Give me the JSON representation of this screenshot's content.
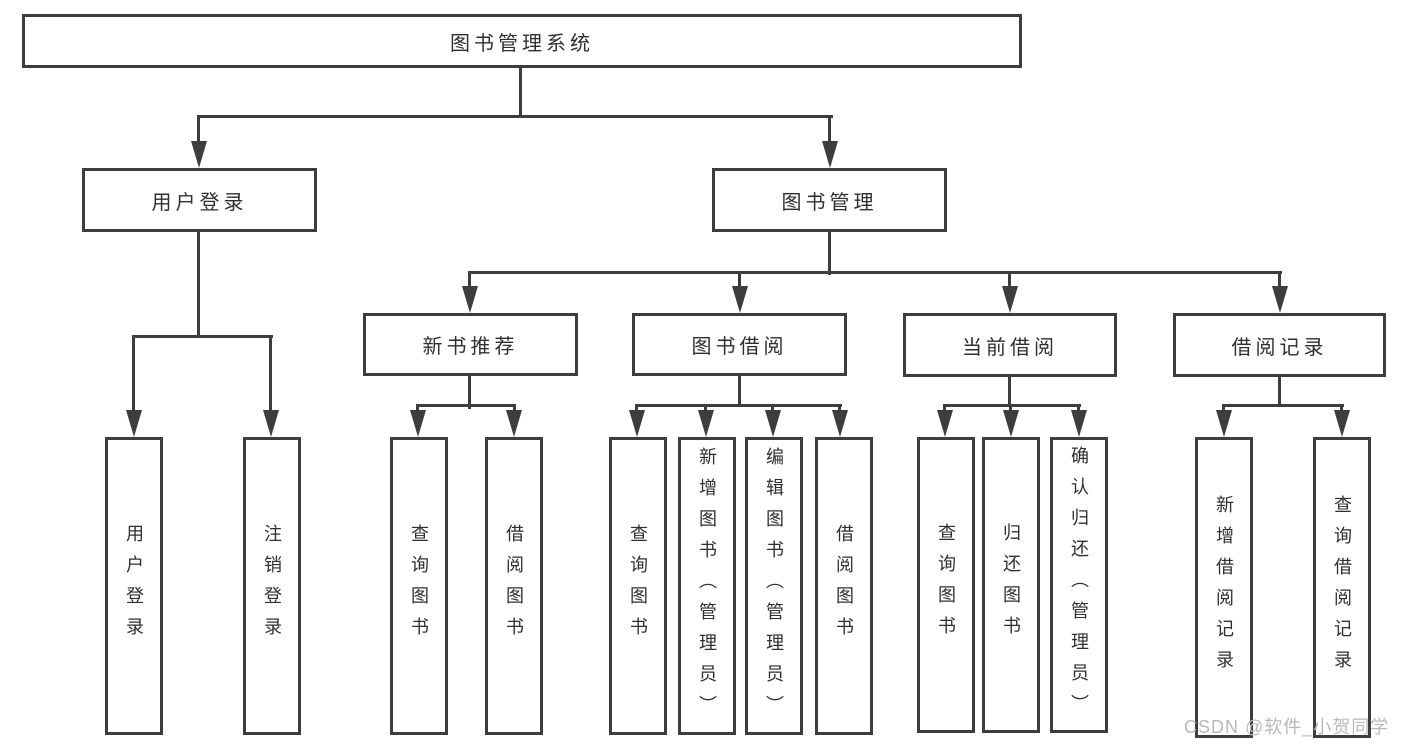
{
  "diagram": {
    "colors": {
      "background": "#ffffff",
      "line": "#3d3d3d",
      "text": "#2f2f2f",
      "watermark": "#b9b9b9"
    },
    "watermark": {
      "text": "CSDN @软件_小贺同学"
    },
    "root": {
      "id": "root",
      "label": "图书管理系统"
    },
    "branches": [
      {
        "id": "login",
        "label": "用户登录",
        "children": [
          {
            "id": "login-user",
            "label": "用户登录"
          },
          {
            "id": "login-logout",
            "label": "注销登录"
          }
        ]
      },
      {
        "id": "mgmt",
        "label": "图书管理",
        "children": [
          {
            "id": "rec",
            "label": "新书推荐",
            "children": [
              {
                "id": "rec-query",
                "label": "查询图书"
              },
              {
                "id": "rec-borrow",
                "label": "借阅图书"
              }
            ]
          },
          {
            "id": "borrow",
            "label": "图书借阅",
            "children": [
              {
                "id": "borrow-query",
                "label": "查询图书"
              },
              {
                "id": "borrow-add",
                "label": "新增图书（管理员）"
              },
              {
                "id": "borrow-edit",
                "label": "编辑图书（管理员）"
              },
              {
                "id": "borrow-lend",
                "label": "借阅图书"
              }
            ]
          },
          {
            "id": "current",
            "label": "当前借阅",
            "children": [
              {
                "id": "current-query",
                "label": "查询图书"
              },
              {
                "id": "current-return",
                "label": "归还图书"
              },
              {
                "id": "current-confirm",
                "label": "确认归还（管理员）"
              }
            ]
          },
          {
            "id": "records",
            "label": "借阅记录",
            "children": [
              {
                "id": "records-add",
                "label": "新增借阅记录"
              },
              {
                "id": "records-query",
                "label": "查询借阅记录"
              }
            ]
          }
        ]
      }
    ]
  }
}
